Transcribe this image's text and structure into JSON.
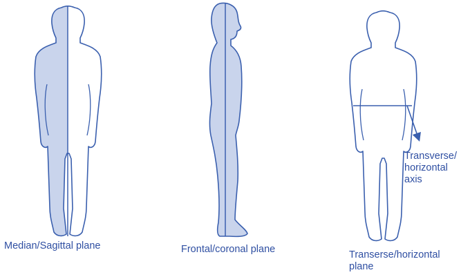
{
  "figure": {
    "labels": {
      "median_sagittal": "Median/Sagittal plane",
      "frontal_coronal": "Frontal/coronal plane",
      "transverse_plane": "Transerse/horizontal\nplane",
      "transverse_axis": "Transverse/\nhorizontal\naxis"
    },
    "colors": {
      "outline": "#3a5fae",
      "fill": "#c9d4ec",
      "text": "#2f4fa2"
    }
  }
}
